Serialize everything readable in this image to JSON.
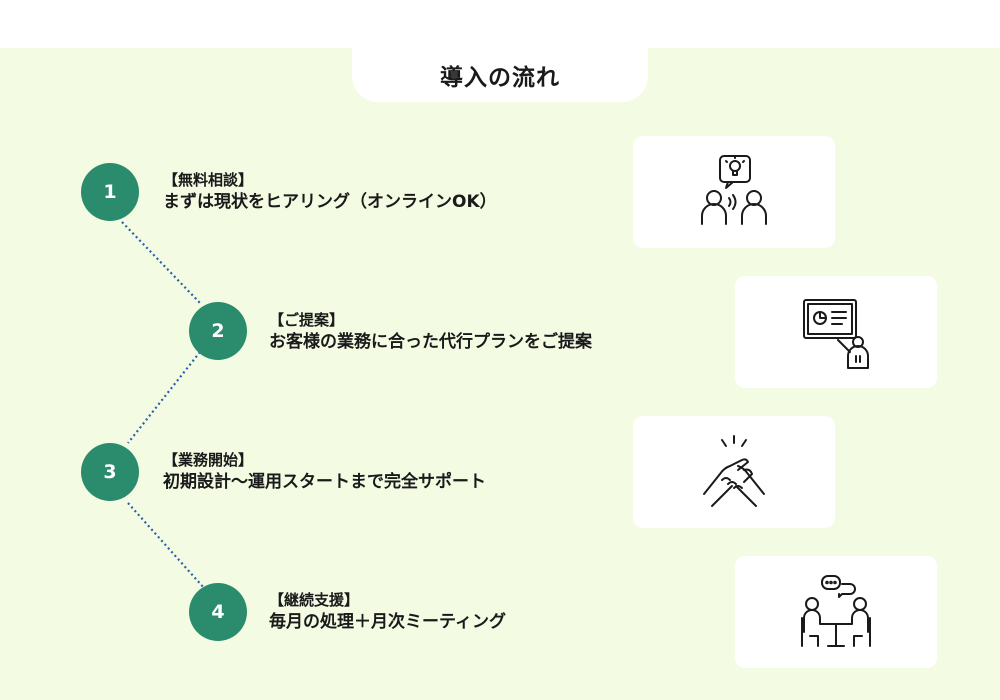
{
  "title": "導入の流れ",
  "steps": [
    {
      "number": "1",
      "heading": "【無料相談】",
      "description": "まずは現状をヒアリング（オンラインOK）",
      "icon": "consultation-icon"
    },
    {
      "number": "2",
      "heading": "【ご提案】",
      "description": "お客様の業務に合った代行プランをご提案",
      "icon": "presentation-icon"
    },
    {
      "number": "3",
      "heading": "【業務開始】",
      "description": "初期設計〜運用スタートまで完全サポート",
      "icon": "handshake-icon"
    },
    {
      "number": "4",
      "heading": "【継続支援】",
      "description": "毎月の処理＋月次ミーティング",
      "icon": "meeting-icon"
    }
  ],
  "colors": {
    "background": "#f3fbe3",
    "accent": "#2b8c6d",
    "connector": "#2b5fa8"
  }
}
